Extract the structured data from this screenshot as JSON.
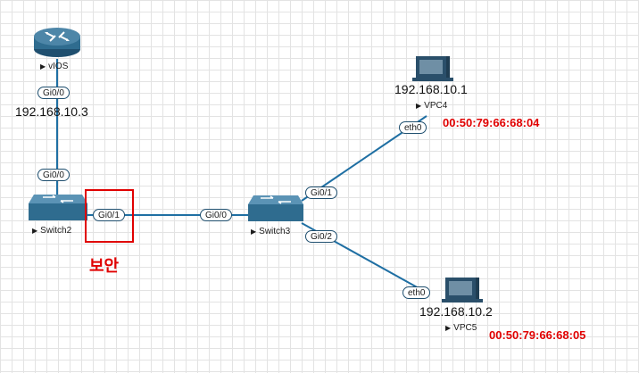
{
  "nodes": {
    "router": {
      "label": "vIOS",
      "ip": "192.168.10.3"
    },
    "switch2": {
      "label": "Switch2"
    },
    "switch3": {
      "label": "Switch3"
    },
    "vpc4": {
      "label": "VPC4",
      "ip": "192.168.10.1",
      "mac": "00:50:79:66:68:04"
    },
    "vpc5": {
      "label": "VPC5",
      "ip": "192.168.10.2",
      "mac": "00:50:79:66:68:05"
    }
  },
  "ports": {
    "router_gi00": "Gi0/0",
    "switch2_gi00": "Gi0/0",
    "switch2_gi01": "Gi0/1",
    "switch3_gi00": "Gi0/0",
    "switch3_gi01": "Gi0/1",
    "switch3_gi02": "Gi0/2",
    "vpc4_eth0": "eth0",
    "vpc5_eth0": "eth0"
  },
  "annotation": {
    "text": "보안",
    "color": "#e00000"
  },
  "colors": {
    "link": "#1f6fa3",
    "router": "#2f6c8f",
    "switch": "#2f6c8f",
    "vpc": "#2a4f6a"
  },
  "icons": {
    "router": "router-icon",
    "switch": "switch-icon",
    "vpc": "vpc-monitor-icon"
  }
}
